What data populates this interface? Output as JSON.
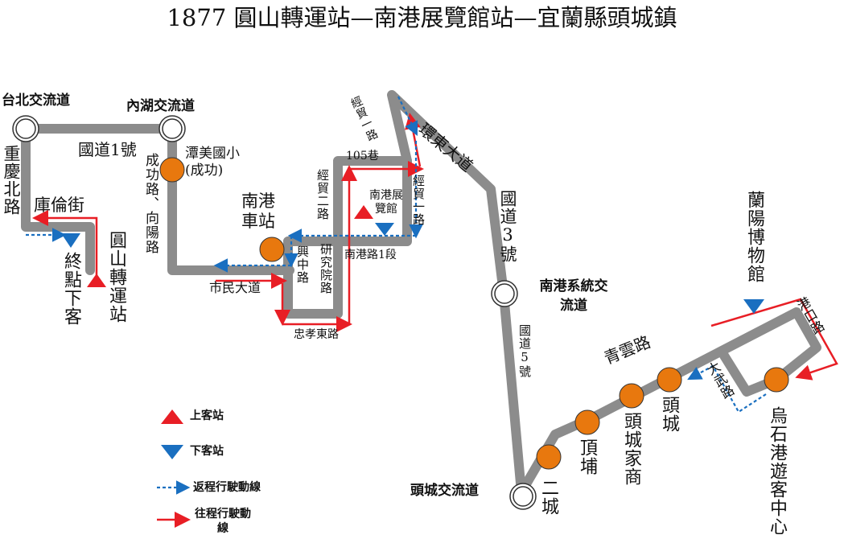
{
  "title": "1877 圓山轉運站—南港展覽館站—宜蘭縣頭城鎮",
  "interchanges": {
    "taipei": "台北交流道",
    "neihu": "內湖交流道",
    "nangang": "南港系統交流道",
    "toucheng": "頭城交流道"
  },
  "roads": {
    "fwy1": "國道1號",
    "chongqing": "重慶北路",
    "kulun": "庫倫街",
    "chenggong": "成功路、向陽路",
    "shimin": "市民大道",
    "xingzhong": "興中路",
    "yanjiuyuan": "研究院路",
    "zhongxiao": "忠孝東路",
    "jingmao2": "經貿二路",
    "lane105": "105巷",
    "jingmao1_top": "經貿一路",
    "jingmao1": "經貿一路",
    "nangang1": "南港路1段",
    "huandong": "環東大道",
    "fwy3": "國道3號",
    "fwy5": "國道5號",
    "qingyun": "青雲路",
    "dawu": "大武路",
    "gangkou": "港口路"
  },
  "stops": {
    "yuanshan": "圓山轉運站",
    "terminal": "終點下客",
    "tanmei": "潭美國小\n(成功)",
    "nangang_station": "南港車站",
    "expo": "南港展覽館",
    "erchen": "二城",
    "dingpu": "頂埔",
    "tc_school": "頭城家商",
    "toucheng": "頭城",
    "wushi": "烏石港遊客中心",
    "lanyang": "蘭陽博物館"
  },
  "legend": {
    "board": "上客站",
    "alight": "下客站",
    "return": "返程行駛動線",
    "outbound": "往程行駛動線"
  },
  "colors": {
    "road": "#8c8c8c",
    "stop": "#e8780e",
    "outbound": "#e81e25",
    "return": "#1a6fc0"
  }
}
